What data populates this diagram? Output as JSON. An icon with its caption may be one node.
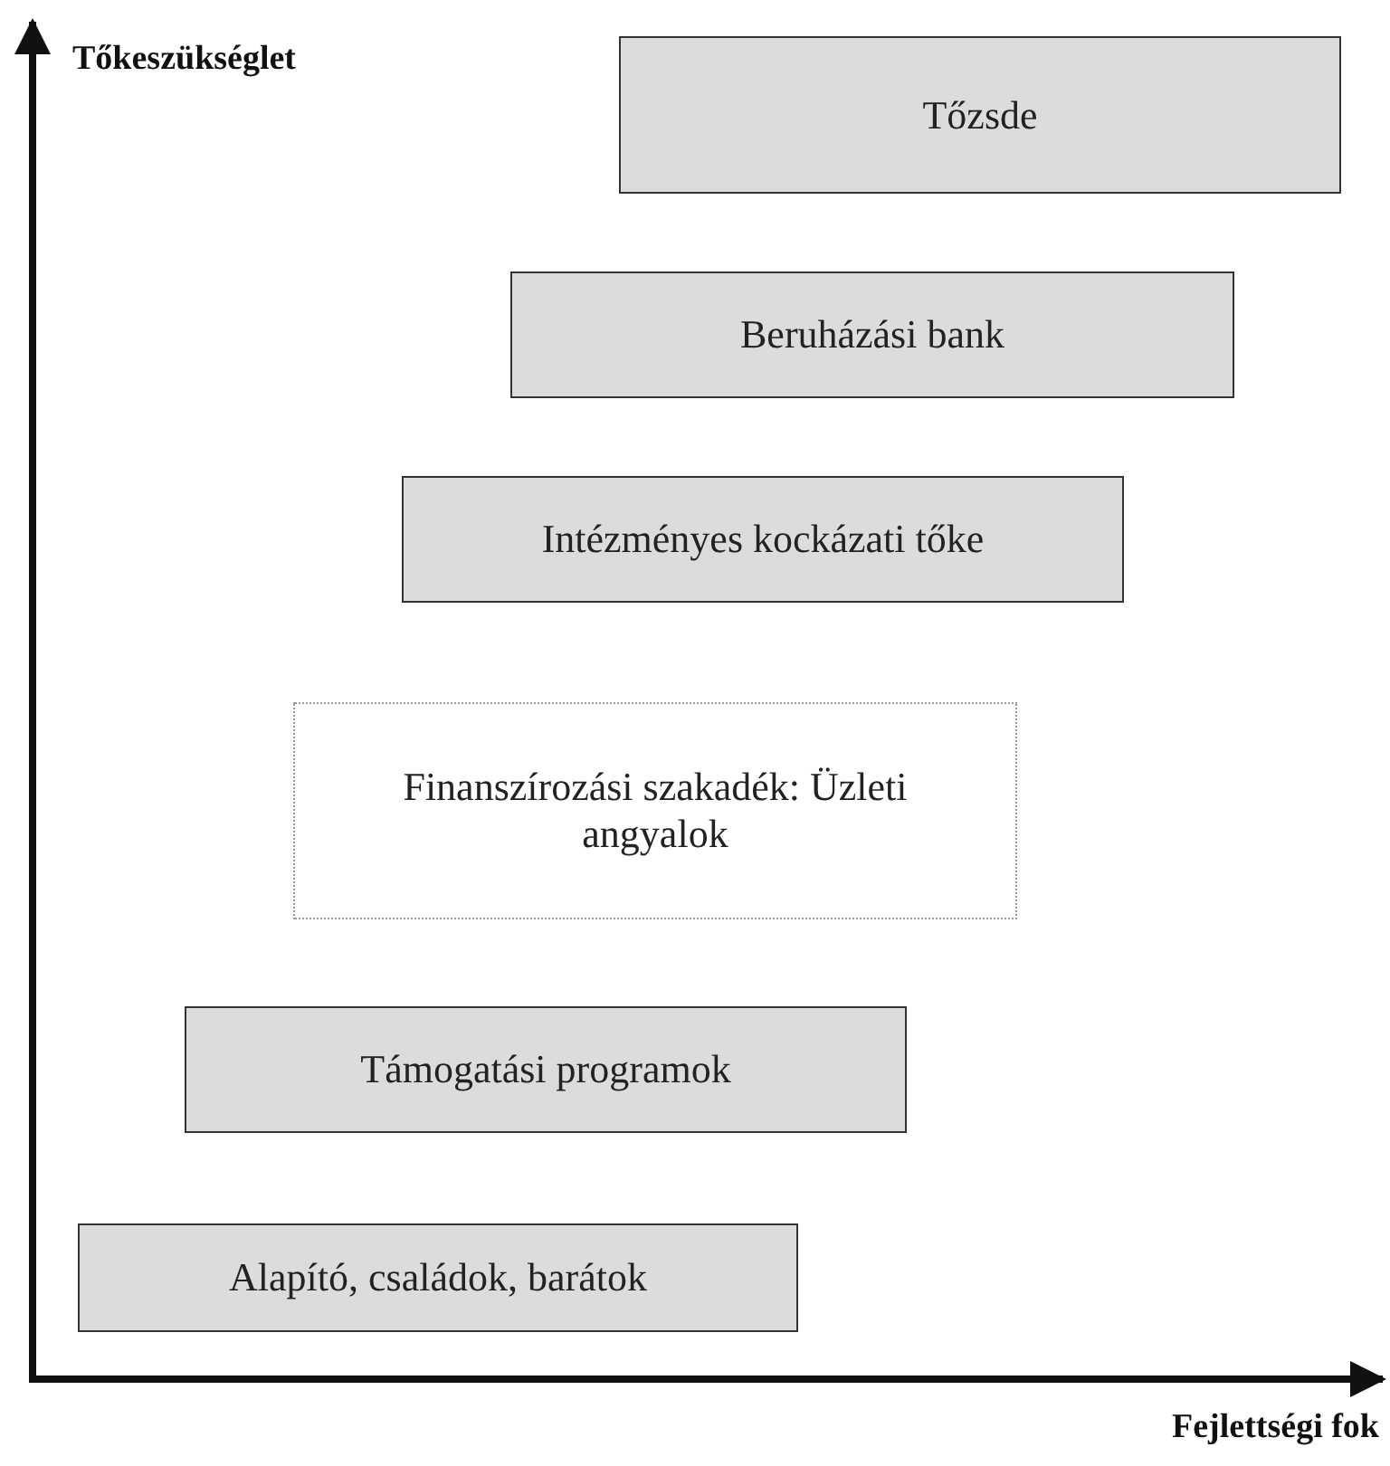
{
  "diagram": {
    "nodes": [
      {
        "text": [
          "Tőzsde"
        ]
      },
      {
        "text": [
          "Beruházási bank"
        ]
      },
      {
        "text": [
          "Intézményes kockázati tőke"
        ]
      },
      {
        "text": [
          "Finanszírozási szakadék: Üzleti angyalok"
        ]
      },
      {
        "text": [
          "Támogatási programok"
        ]
      },
      {
        "text": [
          "Alapító, családok, barátok"
        ]
      }
    ],
    "labels": [
      "Tőkeszükséglet",
      "Fejlettségi fok"
    ]
  }
}
